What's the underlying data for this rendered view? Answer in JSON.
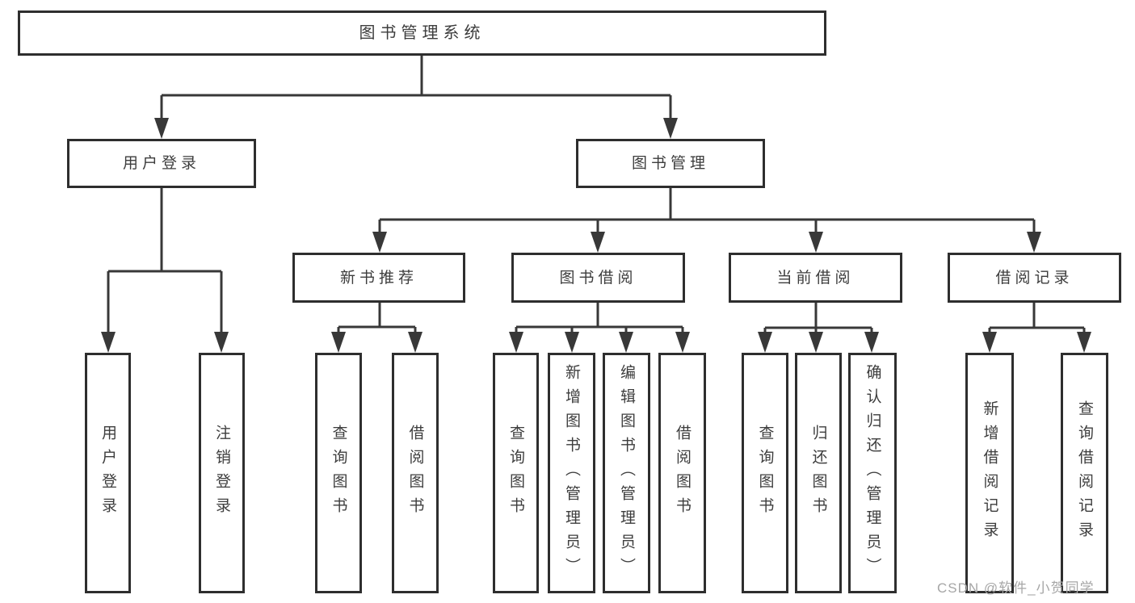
{
  "diagram": {
    "type": "hierarchy-tree",
    "title": "图书管理系统",
    "colors": {
      "line": "#383838",
      "box_border": "#2e2e2e",
      "box_fill": "#ffffff",
      "text": "#3d3d3d",
      "watermark_text_color": "#a6a6a6"
    },
    "nodes": {
      "root": {
        "label": "图书管理系统",
        "parent": null
      },
      "user_login": {
        "label": "用户登录",
        "parent": "root"
      },
      "book_mgmt": {
        "label": "图书管理",
        "parent": "root"
      },
      "new_book_rec": {
        "label": "新书推荐",
        "parent": "book_mgmt"
      },
      "book_borrow": {
        "label": "图书借阅",
        "parent": "book_mgmt"
      },
      "current_borrow": {
        "label": "当前借阅",
        "parent": "book_mgmt"
      },
      "borrow_records": {
        "label": "借阅记录",
        "parent": "book_mgmt"
      },
      "leaf_user_login": {
        "label": "用户登录",
        "parent": "user_login"
      },
      "leaf_logout": {
        "label": "注销登录",
        "parent": "user_login"
      },
      "leaf_query_book_1": {
        "label": "查询图书",
        "parent": "new_book_rec"
      },
      "leaf_borrow_book_1": {
        "label": "借阅图书",
        "parent": "new_book_rec"
      },
      "leaf_query_book_2": {
        "label": "查询图书",
        "parent": "book_borrow"
      },
      "leaf_add_book": {
        "label": "新增图书（管理员）",
        "parent": "book_borrow"
      },
      "leaf_edit_book": {
        "label": "编辑图书（管理员）",
        "parent": "book_borrow"
      },
      "leaf_borrow_book_2": {
        "label": "借阅图书",
        "parent": "book_borrow"
      },
      "leaf_query_book_3": {
        "label": "查询图书",
        "parent": "current_borrow"
      },
      "leaf_return_book": {
        "label": "归还图书",
        "parent": "current_borrow"
      },
      "leaf_confirm_return": {
        "label": "确认归还（管理员）",
        "parent": "current_borrow"
      },
      "leaf_add_record": {
        "label": "新增借阅记录",
        "parent": "borrow_records"
      },
      "leaf_query_record": {
        "label": "查询借阅记录",
        "parent": "borrow_records"
      }
    },
    "hierarchy": {
      "root": [
        "user_login",
        "book_mgmt"
      ],
      "user_login": [
        "leaf_user_login",
        "leaf_logout"
      ],
      "book_mgmt": [
        "new_book_rec",
        "book_borrow",
        "current_borrow",
        "borrow_records"
      ],
      "new_book_rec": [
        "leaf_query_book_1",
        "leaf_borrow_book_1"
      ],
      "book_borrow": [
        "leaf_query_book_2",
        "leaf_add_book",
        "leaf_edit_book",
        "leaf_borrow_book_2"
      ],
      "current_borrow": [
        "leaf_query_book_3",
        "leaf_return_book",
        "leaf_confirm_return"
      ],
      "borrow_records": [
        "leaf_add_record",
        "leaf_query_record"
      ]
    }
  },
  "watermark": {
    "text": "CSDN @软件_小贺同学"
  }
}
